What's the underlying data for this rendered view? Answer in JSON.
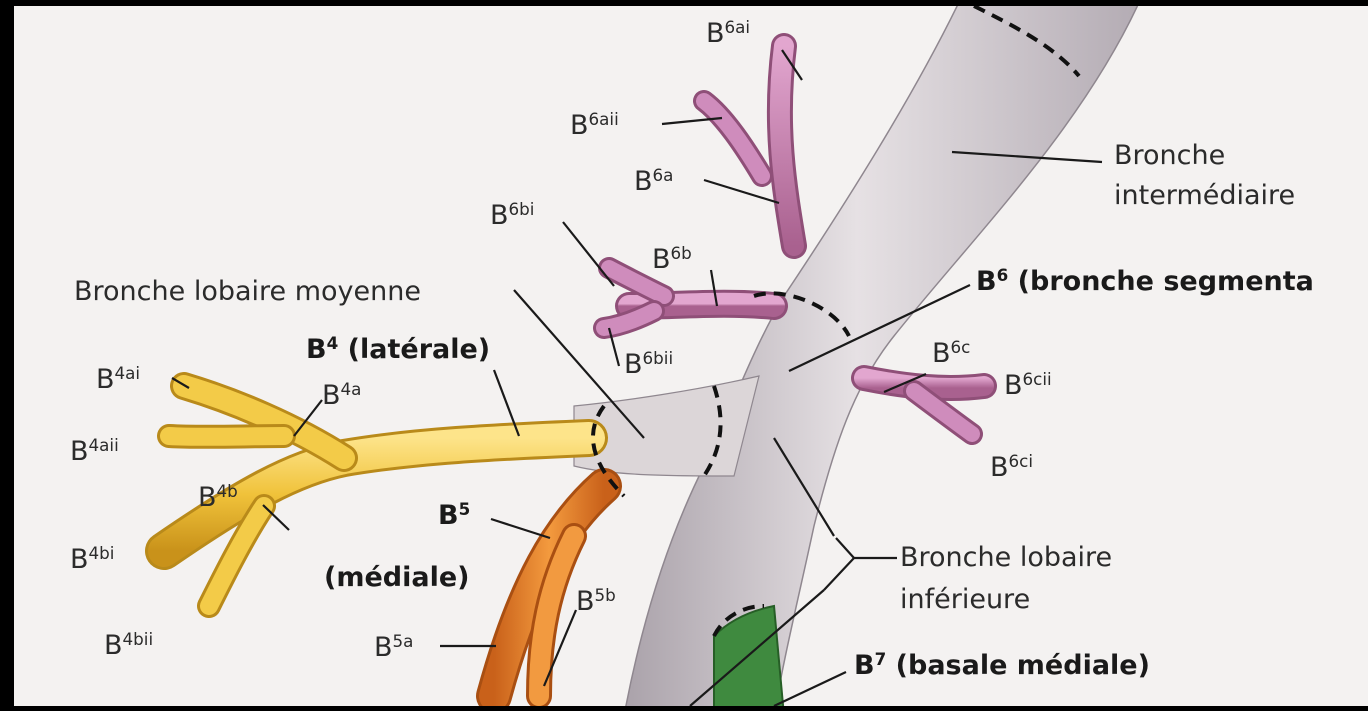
{
  "labels": {
    "b6ai": {
      "base": "B",
      "sup": "6ai"
    },
    "b6aii": {
      "base": "B",
      "sup": "6aii"
    },
    "b6a": {
      "base": "B",
      "sup": "6a"
    },
    "b6bi": {
      "base": "B",
      "sup": "6bi"
    },
    "b6b": {
      "base": "B",
      "sup": "6b"
    },
    "b6bii": {
      "base": "B",
      "sup": "6bii"
    },
    "b6c": {
      "base": "B",
      "sup": "6c"
    },
    "b6cii": {
      "base": "B",
      "sup": "6cii"
    },
    "b6ci": {
      "base": "B",
      "sup": "6ci"
    },
    "b6": {
      "base": "B",
      "sup": "6",
      "text": "(bronche segmenta"
    },
    "b4": {
      "base": "B",
      "sup": "4",
      "text": "(latérale)"
    },
    "b4ai": {
      "base": "B",
      "sup": "4ai"
    },
    "b4a": {
      "base": "B",
      "sup": "4a"
    },
    "b4aii": {
      "base": "B",
      "sup": "4aii"
    },
    "b4b": {
      "base": "B",
      "sup": "4b"
    },
    "b4bi": {
      "base": "B",
      "sup": "4bi"
    },
    "b4bii": {
      "base": "B",
      "sup": "4bii"
    },
    "b5": {
      "base": "B",
      "sup": "5",
      "text": "(médiale)"
    },
    "b5a": {
      "base": "B",
      "sup": "5a"
    },
    "b5b": {
      "base": "B",
      "sup": "5b"
    },
    "b7": {
      "base": "B",
      "sup": "7",
      "text": "(basale médiale)"
    },
    "bronche_intermediaire": {
      "line1": "Bronche",
      "line2": "intermédiaire"
    },
    "bronche_lobaire_moyenne": "Bronche lobaire moyenne",
    "bronche_lobaire_inferieure": {
      "line1": "Bronche lobaire",
      "line2": "inférieure"
    }
  },
  "colors": {
    "trunk": "#d9d3d6",
    "trunk_shade": "#b9b1b8",
    "b6_pink": "#c77fb0",
    "b4_yellow": "#f0c23a",
    "b5_orange": "#e8822a",
    "b7_green": "#3f8a3f",
    "background": "#f4f2f1"
  }
}
